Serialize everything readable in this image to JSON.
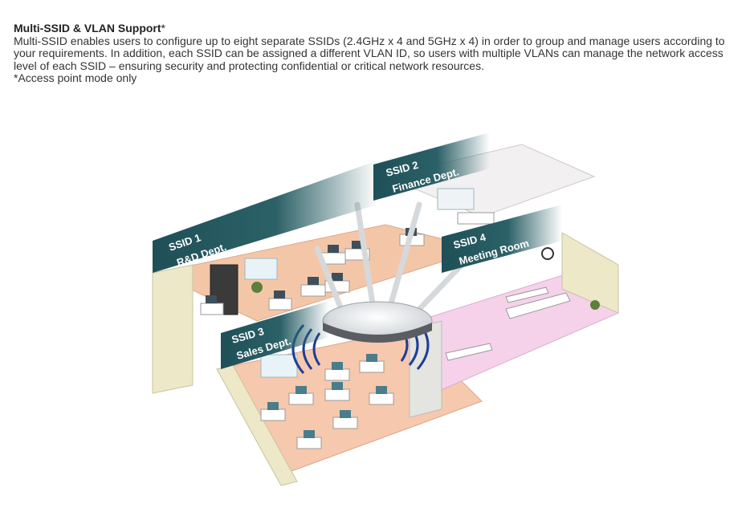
{
  "section": {
    "title": "Multi-SSID & VLAN Support",
    "title_mark": "*",
    "description": "Multi-SSID enables users to configure up to eight separate SSIDs (2.4GHz x 4 and 5GHz x 4) in order to group and manage users according to your requirements. In addition, each SSID can be assigned a different VLAN ID, so users with multiple VLANs can manage the network access level of each SSID – ensuring security and protecting confidential or critical network resources.",
    "footnote": "*Access point mode only"
  },
  "illustration": {
    "banners": [
      {
        "ssid": "SSID 1",
        "dept": "R&D Dept."
      },
      {
        "ssid": "SSID 2",
        "dept": "Finance Dept."
      },
      {
        "ssid": "SSID 3",
        "dept": "Sales Dept."
      },
      {
        "ssid": "SSID 4",
        "dept": "Meeting Room"
      }
    ],
    "colors": {
      "banner": "#1f4f57",
      "floor_rd": "#f4c6a8",
      "floor_sales": "#f6c8ad",
      "floor_meeting": "#f5d2ea",
      "wall": "#ece8c8"
    }
  }
}
